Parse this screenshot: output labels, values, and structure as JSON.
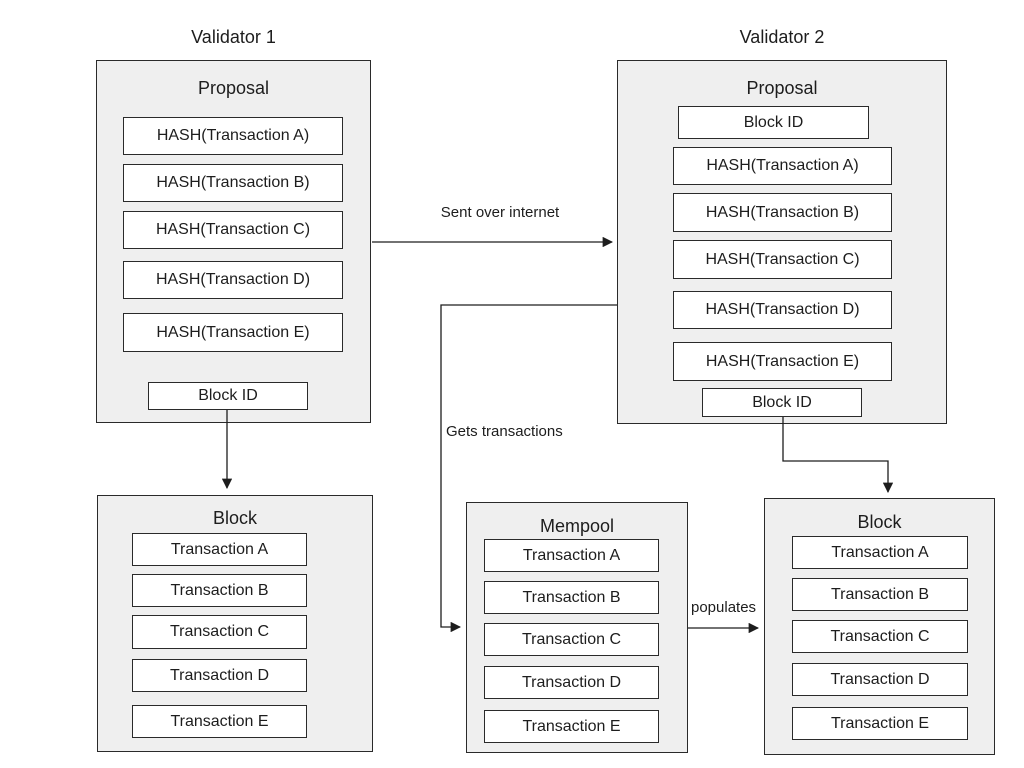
{
  "colors": {
    "background": "#ffffff",
    "container_fill": "#efefef",
    "row_fill": "#ffffff",
    "border": "#2a2a2a",
    "text": "#1d1d1d"
  },
  "validator1": {
    "title": "Validator 1",
    "heading": "Proposal",
    "rows": [
      "HASH(Transaction A)",
      "HASH(Transaction B)",
      "HASH(Transaction C)",
      "HASH(Transaction D)",
      "HASH(Transaction E)"
    ],
    "block_id": "Block ID"
  },
  "validator2": {
    "title": "Validator 2",
    "heading": "Proposal",
    "block_id_top": "Block ID",
    "rows": [
      "HASH(Transaction A)",
      "HASH(Transaction B)",
      "HASH(Transaction C)",
      "HASH(Transaction D)",
      "HASH(Transaction E)"
    ],
    "block_id_bottom": "Block ID"
  },
  "block_left": {
    "heading": "Block",
    "rows": [
      "Transaction A",
      "Transaction B",
      "Transaction C",
      "Transaction D",
      "Transaction E"
    ]
  },
  "mempool": {
    "heading": "Mempool",
    "rows": [
      "Transaction A",
      "Transaction B",
      "Transaction C",
      "Transaction D",
      "Transaction E"
    ]
  },
  "block_right": {
    "heading": "Block",
    "rows": [
      "Transaction A",
      "Transaction B",
      "Transaction C",
      "Transaction D",
      "Transaction E"
    ]
  },
  "edge_labels": {
    "sent_over_internet": "Sent over internet",
    "gets_transactions": "Gets transactions",
    "populates": "populates"
  }
}
